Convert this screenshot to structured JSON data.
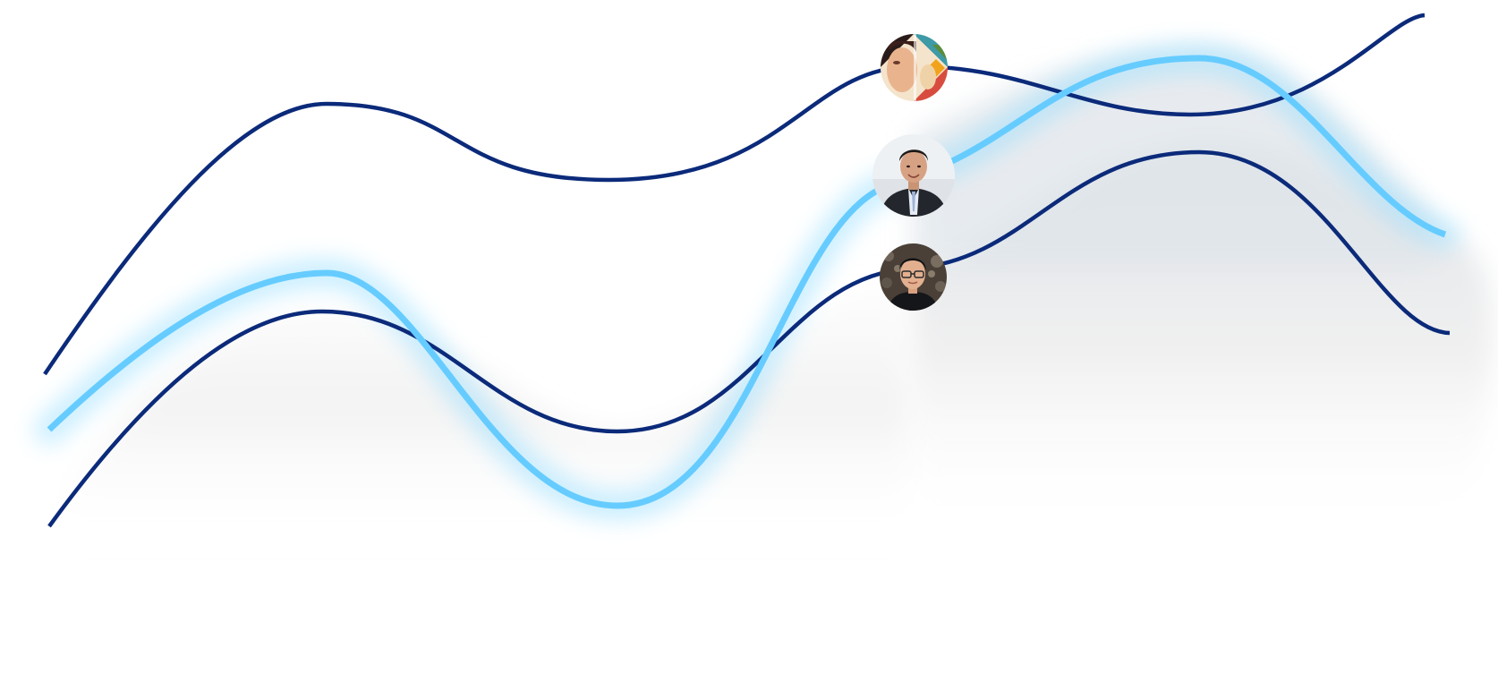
{
  "colors": {
    "line_dark": "#0b2a7a",
    "line_light": "#66ccff",
    "glow": "#8fdcff",
    "shade": "#e9e9e9"
  },
  "avatars": [
    {
      "name": "avatar-1",
      "icon": "abstract-portrait-logo"
    },
    {
      "name": "avatar-2",
      "icon": "man-in-suit-photo"
    },
    {
      "name": "avatar-3",
      "icon": "person-with-glasses-photo"
    }
  ]
}
